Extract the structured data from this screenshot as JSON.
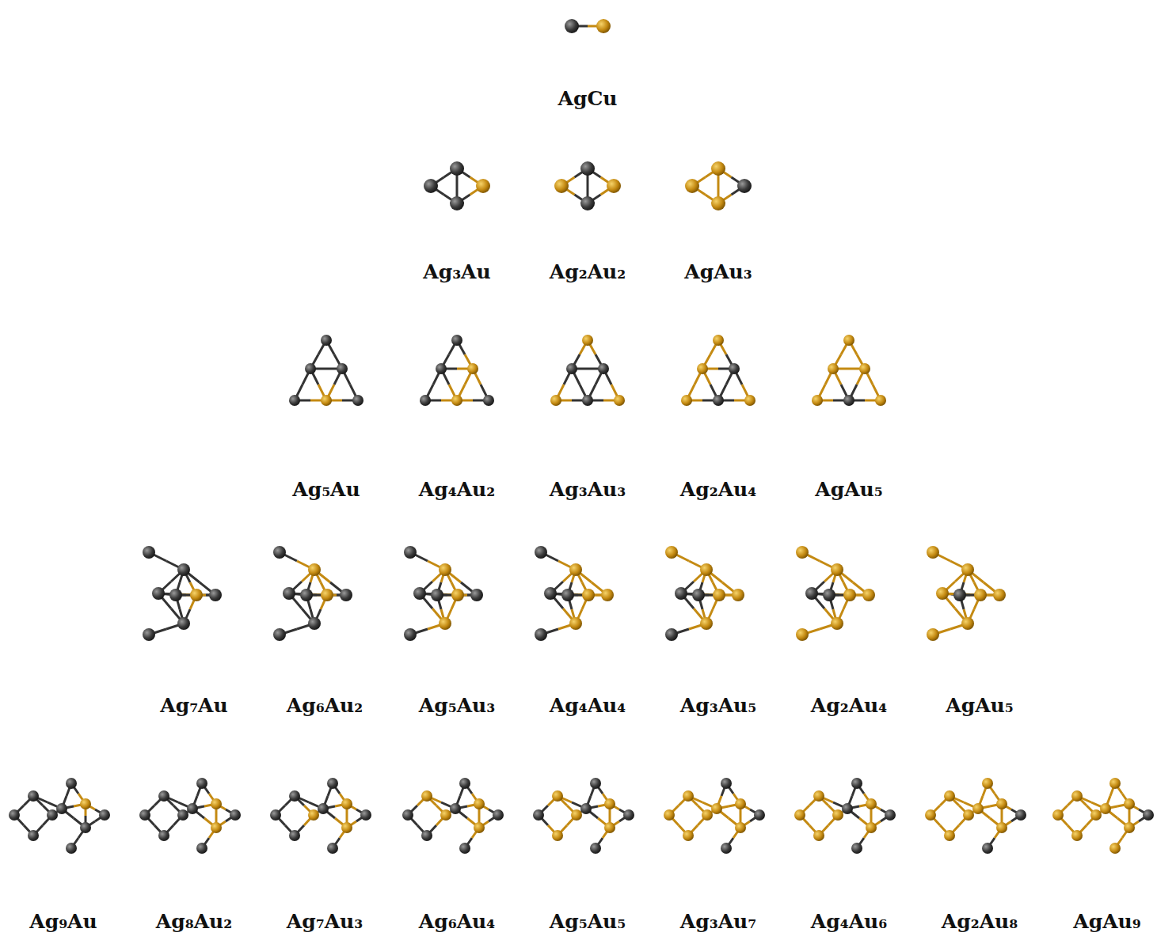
{
  "diagram": {
    "labels": [
      "AgCu",
      "Ag₃Au",
      "Ag₂Au₂",
      "AgAu₃",
      "Ag₅Au",
      "Ag₄Au₂",
      "Ag₃Au₃",
      "Ag₂Au₄",
      "AgAu₅",
      "Ag₇Au",
      "Ag₆Au₂",
      "Ag₅Au₃",
      "Ag₄Au₄",
      "Ag₃Au₅",
      "Ag₂Au₄",
      "AgAu₅",
      "Ag₉Au",
      "Ag₈Au₂",
      "Ag₇Au₃",
      "Ag₆Au₄",
      "Ag₅Au₅",
      "Ag₃Au₇",
      "Ag₄Au₆",
      "Ag₂Au₈",
      "AgAu₉"
    ]
  }
}
